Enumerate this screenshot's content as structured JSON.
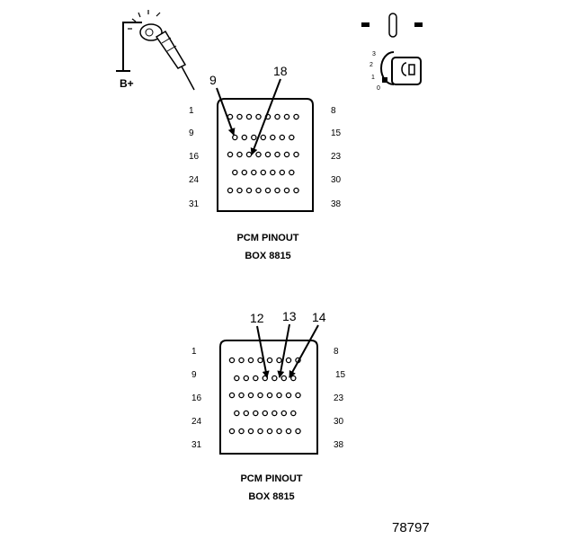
{
  "test_light": {
    "label": "B+"
  },
  "ignition_switch": {
    "positions": [
      "3",
      "2",
      "1",
      "0"
    ]
  },
  "connectors": [
    {
      "caption_line1": "PCM PINOUT",
      "caption_line2": "BOX 8815",
      "row_labels_left": [
        "1",
        "9",
        "16",
        "24",
        "31"
      ],
      "row_labels_right": [
        "8",
        "15",
        "23",
        "30",
        "38"
      ],
      "row_pin_counts": [
        8,
        7,
        8,
        7,
        8
      ],
      "callouts": [
        "9",
        "18"
      ]
    },
    {
      "caption_line1": "PCM PINOUT",
      "caption_line2": "BOX 8815",
      "row_labels_left": [
        "1",
        "9",
        "16",
        "24",
        "31"
      ],
      "row_labels_right": [
        "8",
        "15",
        "23",
        "30",
        "38"
      ],
      "row_pin_counts": [
        8,
        7,
        8,
        7,
        8
      ],
      "callouts": [
        "12",
        "13",
        "14"
      ]
    }
  ],
  "figure_id": "78797"
}
